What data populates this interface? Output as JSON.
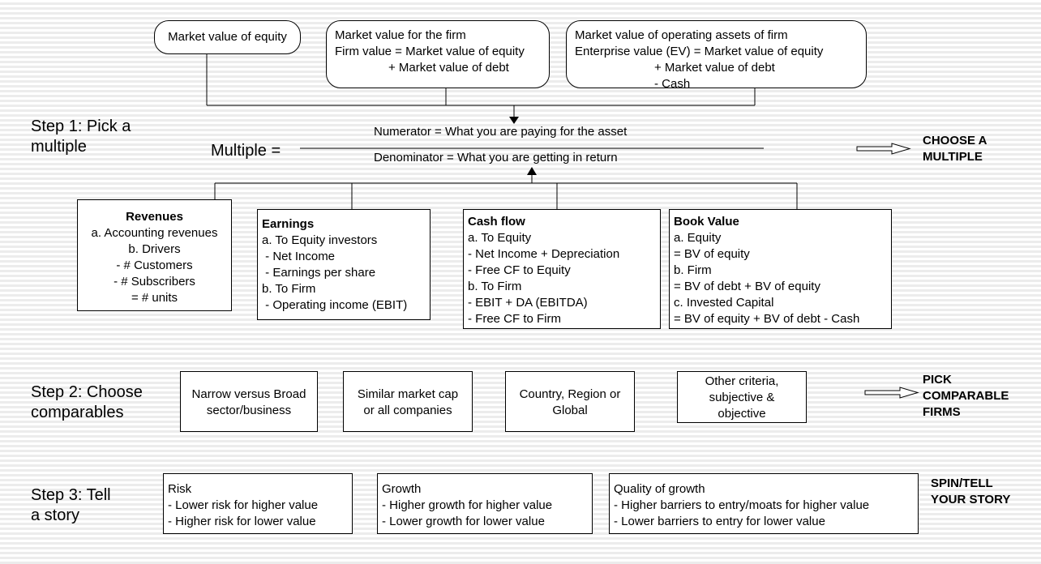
{
  "top": {
    "equity": [
      "Market value of equity"
    ],
    "firm": [
      "Market value for the firm",
      "Firm value = Market value of equity",
      "+ Market value of debt"
    ],
    "ev": [
      "Market value of operating assets of firm",
      "Enterprise value (EV) = Market value of equity",
      "+ Market value of debt",
      "- Cash"
    ]
  },
  "steps": {
    "step1": [
      "Step 1: Pick a",
      "multiple"
    ],
    "step2": [
      "Step 2: Choose",
      "comparables"
    ],
    "step3": [
      "Step 3: Tell",
      "a story"
    ]
  },
  "formula": {
    "label": "Multiple =",
    "numerator": "Numerator = What you are paying for the asset",
    "denominator": "Denominator = What you are getting in return"
  },
  "side_labels": {
    "choose": [
      "CHOOSE A",
      "MULTIPLE"
    ],
    "pick": [
      "PICK",
      "COMPARABLE",
      "FIRMS"
    ],
    "spin": [
      "SPIN/TELL",
      "YOUR STORY"
    ]
  },
  "multiples": {
    "revenues": {
      "title": "Revenues",
      "lines": [
        "a. Accounting revenues",
        "b. Drivers",
        "- # Customers",
        "- # Subscribers",
        "= # units"
      ]
    },
    "earnings": {
      "title": "Earnings",
      "lines": [
        "a. To Equity investors",
        " - Net Income",
        " - Earnings per share",
        "b. To Firm",
        " - Operating income (EBIT)"
      ]
    },
    "cashflow": {
      "title": "Cash flow",
      "lines": [
        "a. To Equity",
        "- Net Income + Depreciation",
        "- Free CF to Equity",
        "b. To Firm",
        "- EBIT + DA (EBITDA)",
        "- Free CF to Firm"
      ]
    },
    "bookvalue": {
      "title": "Book Value",
      "lines": [
        "a. Equity",
        "= BV of equity",
        "b. Firm",
        "= BV of debt + BV of equity",
        "c. Invested Capital",
        "= BV of equity + BV of debt - Cash"
      ]
    }
  },
  "comparables": {
    "narrow": [
      "Narrow versus Broad",
      "sector/business"
    ],
    "marketcap": [
      "Similar market cap",
      "or all companies"
    ],
    "region": [
      "Country, Region or",
      "Global"
    ],
    "other": [
      "Other criteria,",
      "subjective &",
      "objective"
    ]
  },
  "story": {
    "risk": [
      "Risk",
      "- Lower risk for higher value",
      "- Higher risk for lower value"
    ],
    "growth": [
      "Growth",
      "- Higher growth for higher value",
      "- Lower growth for lower value"
    ],
    "quality": [
      "Quality of growth",
      "- Higher barriers to entry/moats for higher value",
      "- Lower barriers to entry for lower value"
    ]
  }
}
